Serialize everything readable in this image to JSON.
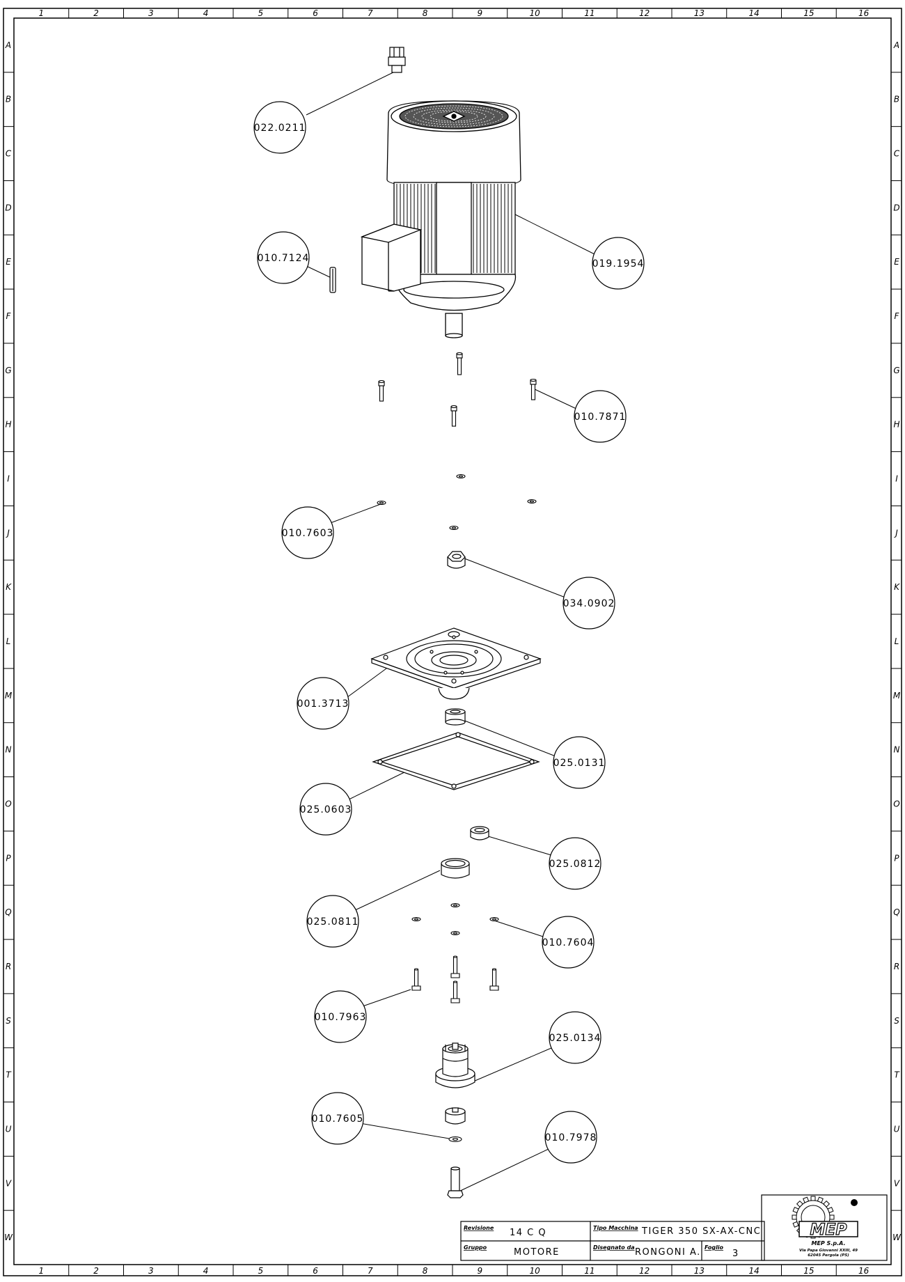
{
  "grid": {
    "columns": [
      "1",
      "2",
      "3",
      "4",
      "5",
      "6",
      "7",
      "8",
      "9",
      "10",
      "11",
      "12",
      "13",
      "14",
      "15",
      "16"
    ],
    "rows": [
      "A",
      "B",
      "C",
      "D",
      "E",
      "F",
      "G",
      "H",
      "I",
      "J",
      "K",
      "L",
      "M",
      "N",
      "O",
      "P",
      "Q",
      "R",
      "S",
      "T",
      "U",
      "V",
      "W"
    ]
  },
  "callouts": [
    {
      "id": "c1",
      "label": "022.0211"
    },
    {
      "id": "c2",
      "label": "019.1954"
    },
    {
      "id": "c3",
      "label": "010.7124"
    },
    {
      "id": "c4",
      "label": "010.7871"
    },
    {
      "id": "c5",
      "label": "010.7603"
    },
    {
      "id": "c6",
      "label": "034.0902"
    },
    {
      "id": "c7",
      "label": "001.3713"
    },
    {
      "id": "c8",
      "label": "025.0131"
    },
    {
      "id": "c9",
      "label": "025.0603"
    },
    {
      "id": "c10",
      "label": "025.0812"
    },
    {
      "id": "c11",
      "label": "025.0811"
    },
    {
      "id": "c12",
      "label": "010.7604"
    },
    {
      "id": "c13",
      "label": "010.7963"
    },
    {
      "id": "c14",
      "label": "025.0134"
    },
    {
      "id": "c15",
      "label": "010.7605"
    },
    {
      "id": "c16",
      "label": "010.7978"
    }
  ],
  "title_block": {
    "revisione_label": "Revisione",
    "revisione_value": "14 C Q",
    "gruppo_label": "Gruppo",
    "gruppo_value": "MOTORE",
    "tipo_macchina_label": "Tipo Macchina",
    "tipo_macchina_value": "TIGER 350 SX-AX-CNC",
    "disegnato_label": "Disegnato da",
    "disegnato_value": "RONGONI A.",
    "foglio_label": "Foglio",
    "foglio_value": "3"
  },
  "logo": {
    "brand": "MEP",
    "company": "MEP S.p.A.",
    "address1": "Via Papa Giovanni XXIII, 49",
    "address2": "62045 Pergola (PS)"
  }
}
